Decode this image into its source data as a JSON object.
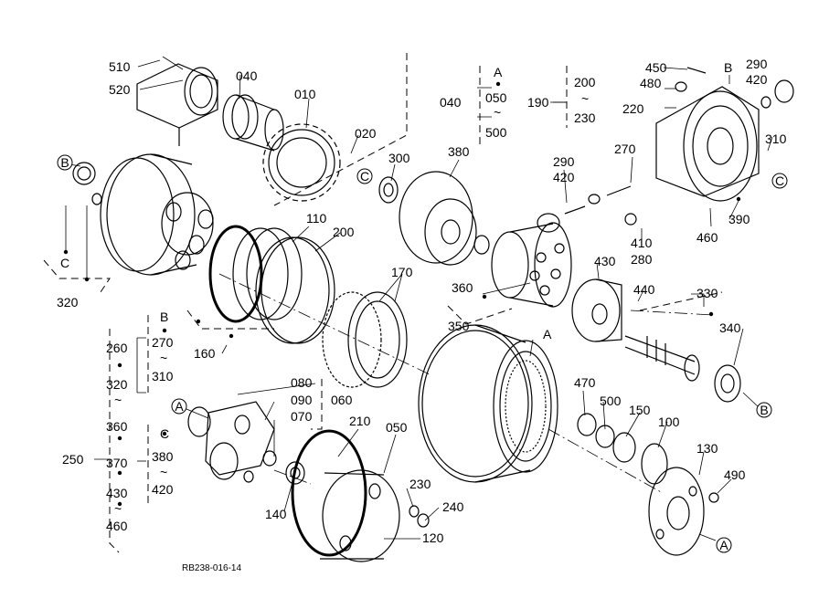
{
  "diagram": {
    "ref_code": "RB238-016-14",
    "labels": {
      "p510": "510",
      "p520": "520",
      "p040a": "040",
      "p010": "010",
      "p020": "020",
      "p040b": "040",
      "grpA": "A",
      "p050": "050",
      "tilde1": "~",
      "p500a": "500",
      "p190": "190",
      "p200a": "200",
      "tilde2": "~",
      "p230a": "230",
      "p450": "450",
      "p480": "480",
      "p220": "220",
      "grpB": "B",
      "p290a": "290",
      "p420a": "420",
      "p310a": "310",
      "p300": "300",
      "p380a": "380",
      "p290b": "290",
      "p420b": "420",
      "p270a": "270",
      "p410": "410",
      "p280": "280",
      "p460a": "460",
      "p390": "390",
      "p110": "110",
      "p200b": "200",
      "p170": "170",
      "p430a": "430",
      "p440": "440",
      "p360a": "360",
      "p350": "350",
      "p330": "330",
      "p340": "340",
      "p160": "160",
      "p320a": "320",
      "cC": "C",
      "p260": "260",
      "grpB2": "B",
      "p270b": "270",
      "tilde3": "~",
      "p310b": "310",
      "p320b": "320",
      "tilde4": "~",
      "p360b": "360",
      "p250": "250",
      "p370": "370",
      "grpC": "C",
      "p380b": "380",
      "tilde5": "~",
      "p420c": "420",
      "p430b": "430",
      "tilde6": "~",
      "p460b": "460",
      "p080": "080",
      "p090": "090",
      "p060": "060",
      "p070": "070",
      "p210": "210",
      "p050b": "050",
      "grpA3": "A",
      "p470": "470",
      "p500b": "500",
      "p150": "150",
      "p100": "100",
      "p130": "130",
      "p490": "490",
      "p140": "140",
      "p230b": "230",
      "p240": "240",
      "p120": "120"
    },
    "circle_refs": {
      "cB_left": "B",
      "cC_mid": "C",
      "cC_right": "C",
      "cB_right": "B",
      "cA_left": "A",
      "cA_bottom": "A"
    }
  }
}
